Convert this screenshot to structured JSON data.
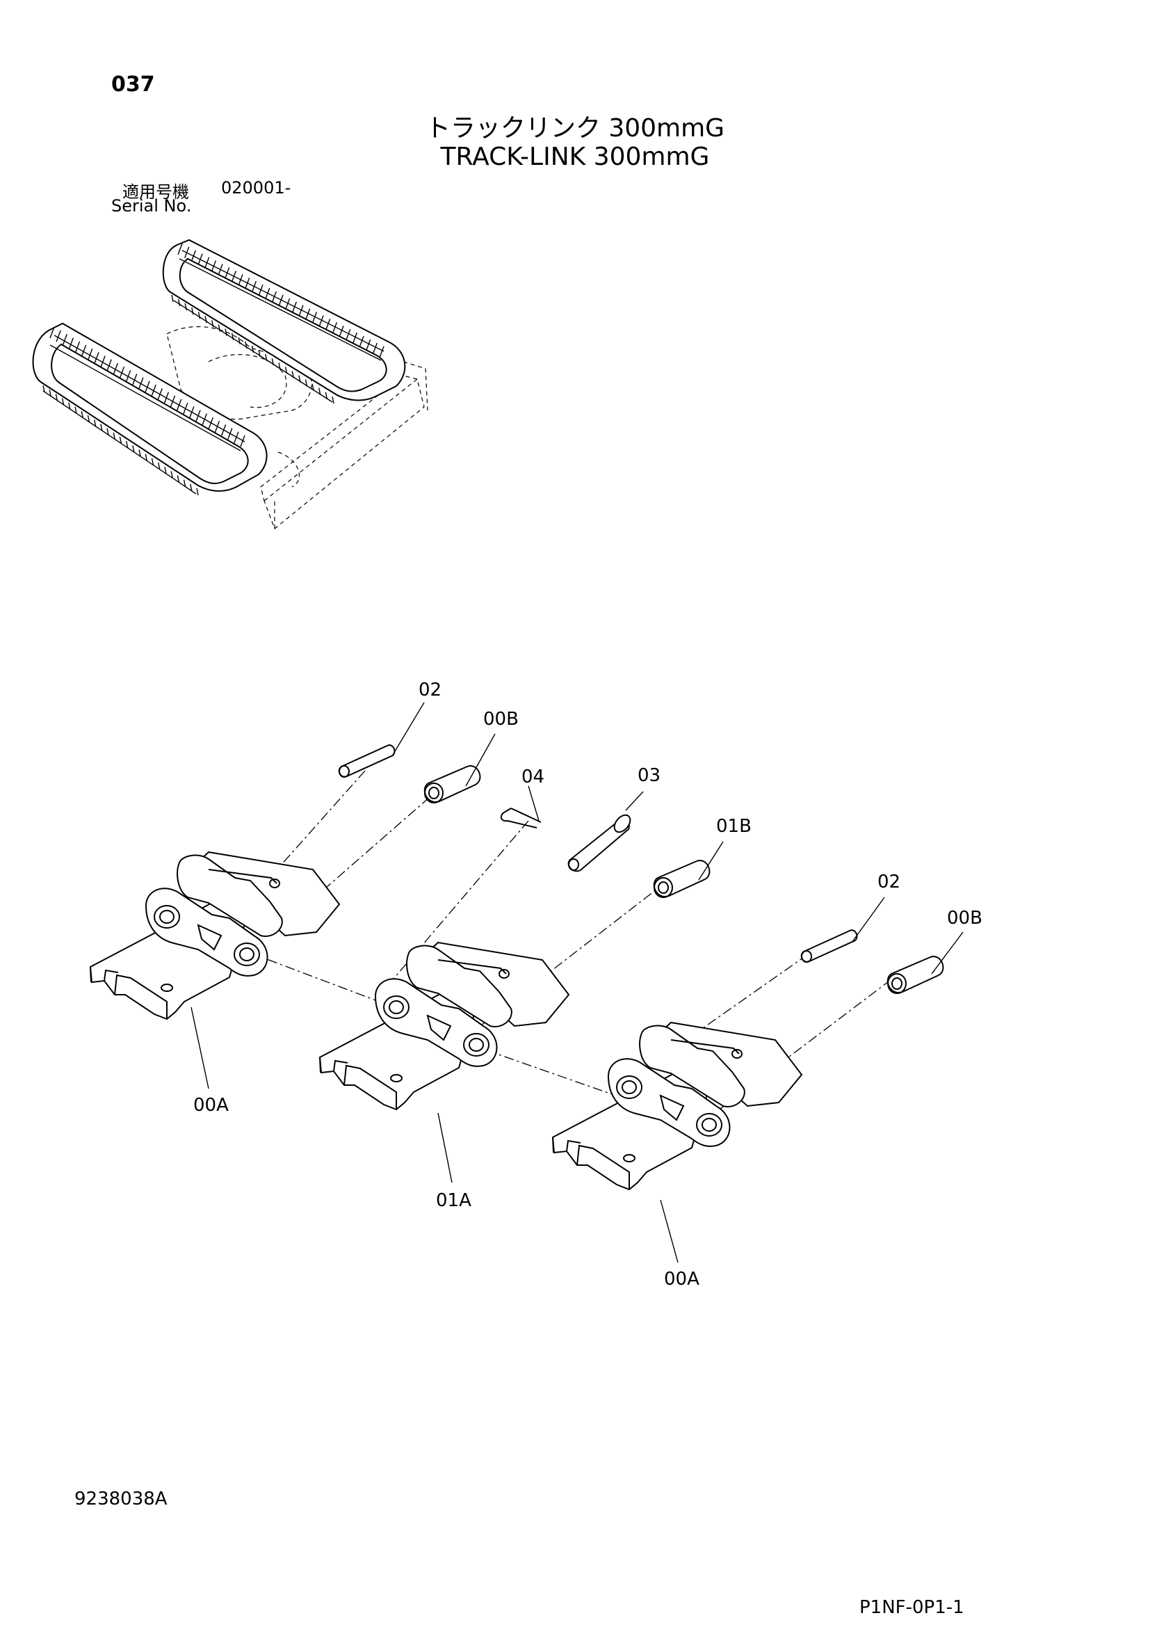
{
  "header": {
    "page_number": "037",
    "title_jp": "トラックリンク 300mmG",
    "title_en": "TRACK-LINK 300mmG",
    "serial_label_jp": "適用号機",
    "serial_value": "020001-",
    "serial_label_en": "Serial No."
  },
  "callouts": {
    "pin_left": "02",
    "bushing_left": "00B",
    "lock_pin": "04",
    "master_pin": "03",
    "master_bushing": "01B",
    "pin_right": "02",
    "bushing_right": "00B",
    "shoe_left": "00A",
    "master_shoe": "01A",
    "shoe_right": "00A"
  },
  "footer": {
    "drawing_number": "9238038A",
    "sheet_code": "P1NF-0P1-1"
  }
}
